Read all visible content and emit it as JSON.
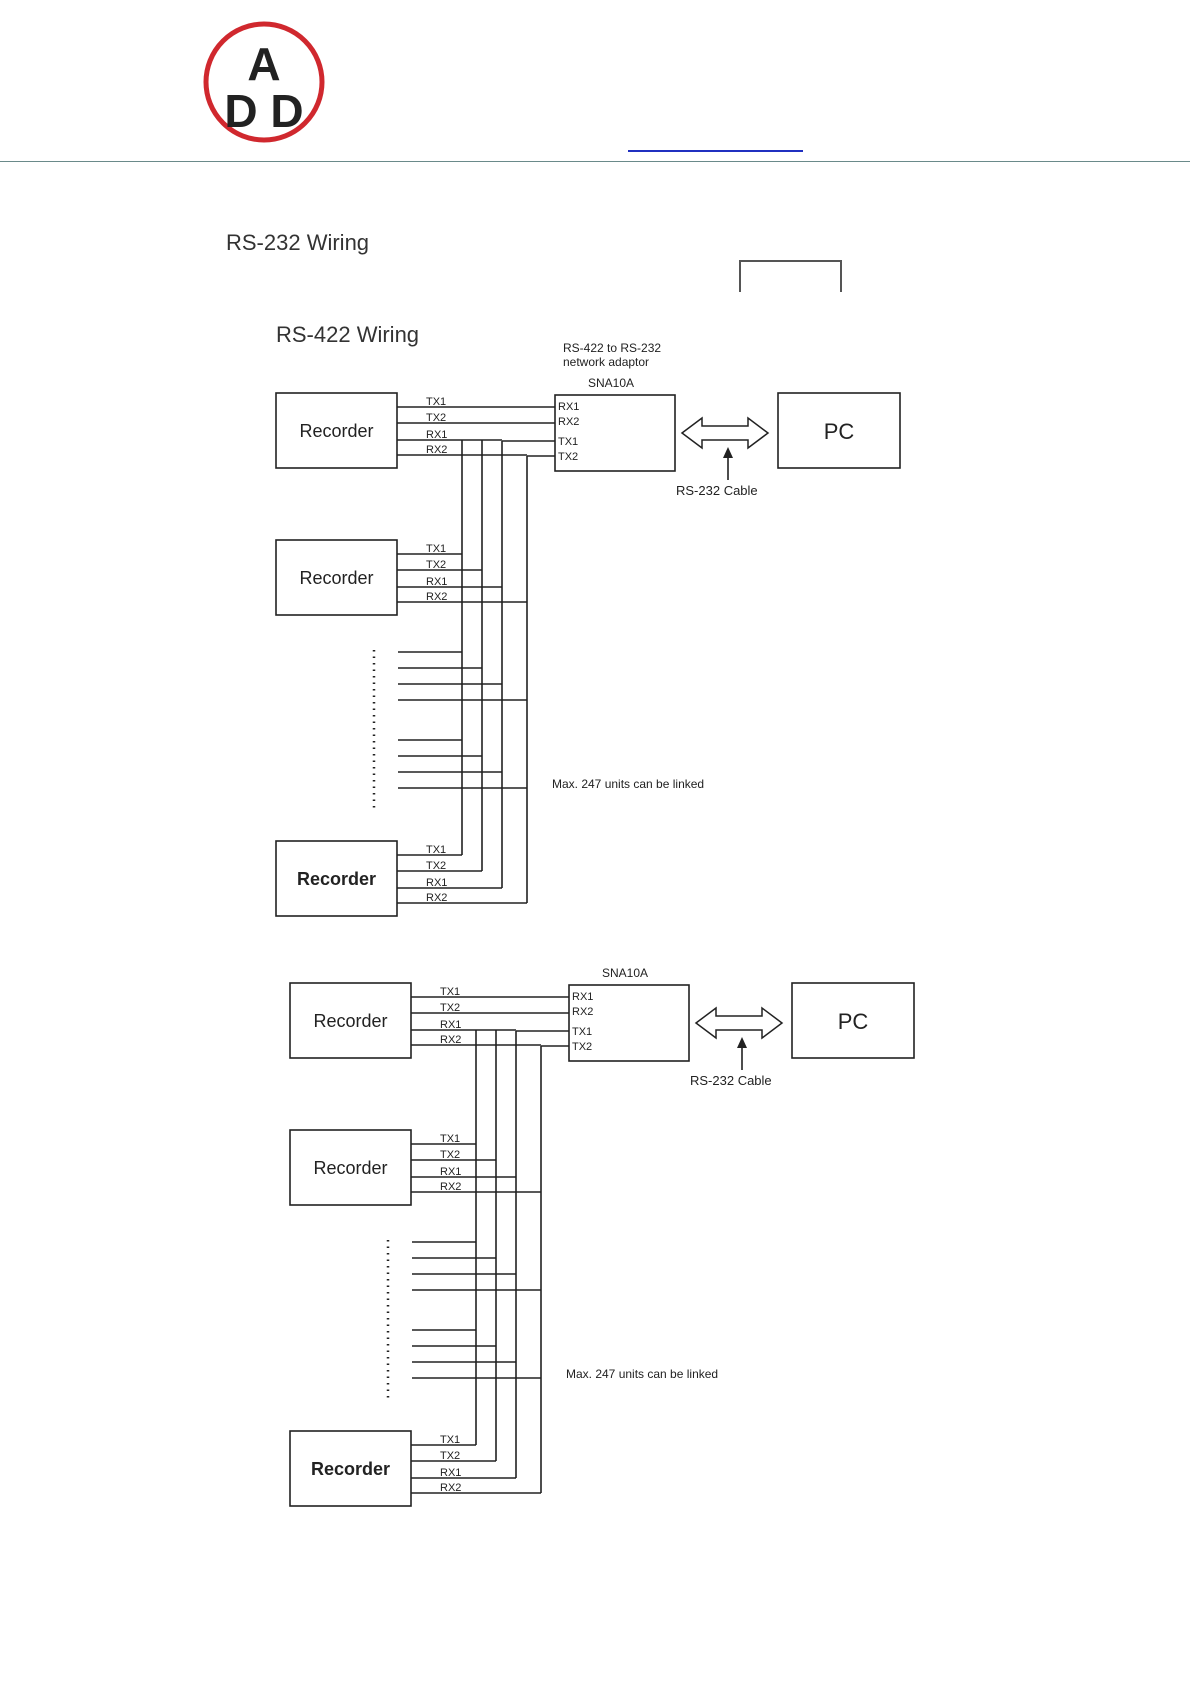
{
  "logo": {
    "letters": [
      "A",
      "D",
      "D"
    ],
    "ring_color": "#d0282e"
  },
  "header": {
    "rule_color": "#6a8a8a",
    "link_color": "#2030c0"
  },
  "headings": {
    "rs232": "RS-232 Wiring",
    "rs422": "RS-422 Wiring"
  },
  "diagrams": [
    {
      "adaptor_caption_1": "RS-422 to RS-232",
      "adaptor_caption_2": "network adaptor",
      "adaptor_name": "SNA10A",
      "adaptor_ports": [
        "RX1",
        "RX2",
        "TX1",
        "TX2"
      ],
      "pc_label": "PC",
      "cable_label": "RS-232 Cable",
      "recorders": [
        {
          "label": "Recorder",
          "bold": false,
          "lines": [
            "TX1",
            "TX2",
            "RX1",
            "RX2"
          ]
        },
        {
          "label": "Recorder",
          "bold": false,
          "lines": [
            "TX1",
            "TX2",
            "RX1",
            "RX2"
          ]
        },
        {
          "label": "Recorder",
          "bold": true,
          "lines": [
            "TX1",
            "TX2",
            "RX1",
            "RX2"
          ]
        }
      ],
      "max_units_note": "Max. 247 units can be linked"
    },
    {
      "adaptor_caption_1": "",
      "adaptor_caption_2": "",
      "adaptor_name": "SNA10A",
      "adaptor_ports": [
        "RX1",
        "RX2",
        "TX1",
        "TX2"
      ],
      "pc_label": "PC",
      "cable_label": "RS-232 Cable",
      "recorders": [
        {
          "label": "Recorder",
          "bold": false,
          "lines": [
            "TX1",
            "TX2",
            "RX1",
            "RX2"
          ]
        },
        {
          "label": "Recorder",
          "bold": false,
          "lines": [
            "TX1",
            "TX2",
            "RX1",
            "RX2"
          ]
        },
        {
          "label": "Recorder",
          "bold": true,
          "lines": [
            "TX1",
            "TX2",
            "RX1",
            "RX2"
          ]
        }
      ],
      "max_units_note": "Max. 247 units can be linked"
    }
  ]
}
